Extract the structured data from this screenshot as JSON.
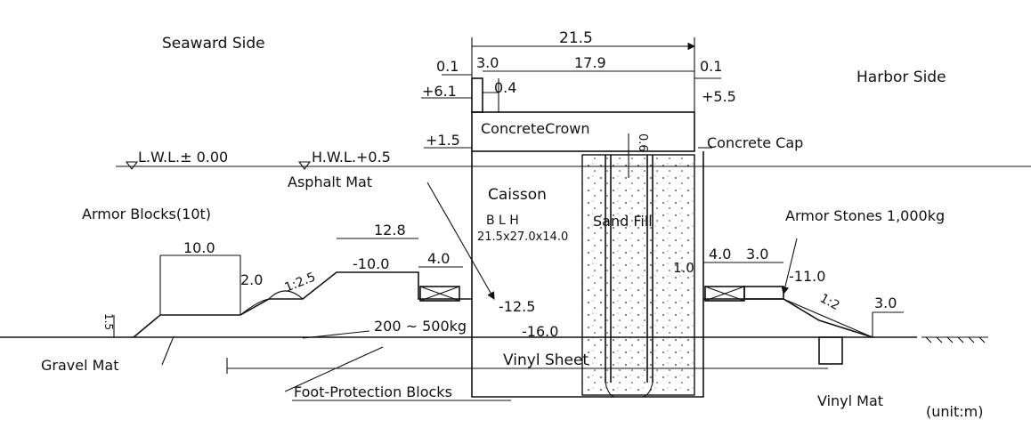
{
  "sides": {
    "seaward": "Seaward Side",
    "harbor": "Harbor Side"
  },
  "water_levels": {
    "lwl": "L.W.L.± 0.00",
    "hwl": "H.W.L.+0.5"
  },
  "labels": {
    "concrete_crown": "ConcreteCrown",
    "concrete_cap": "Concrete Cap",
    "asphalt_mat": "Asphalt Mat",
    "caisson": "Caisson",
    "sand_fill": "Sand Fill",
    "armor_blocks": "Armor Blocks(10t)",
    "armor_stones": "Armor Stones 1,000kg",
    "gravel_mat": "Gravel Mat",
    "vinyl_sheet": "Vinyl Sheet",
    "foot_protection": "Foot-Protection Blocks",
    "vinyl_mat": "Vinyl Mat",
    "unit": "(unit:m)",
    "block_weight": "200 ~ 500kg"
  },
  "caisson_dims": {
    "header": "B     L     H",
    "values": "21.5x27.0x14.0"
  },
  "dimensions": {
    "width_total": "21.5",
    "top_left": "0.1",
    "top_left2": "3.0",
    "top_mid": "17.9",
    "top_right": "0.1",
    "parapet": "0.4",
    "cap": "0.6",
    "partition": "1.0",
    "berm_top": "12.8",
    "berm_left": "10.0",
    "step": "2.0",
    "slope_sea": "1:2.5",
    "slope_harbor": "1:2",
    "block_left": "4.0",
    "block_right": "4.0",
    "stone_right": "3.0",
    "toe_right": "3.0",
    "mat_thick": "1.5"
  },
  "elevations": {
    "crown_top_sea": "+6.1",
    "crown_top_harbor": "+5.5",
    "crown_base": "+1.5",
    "mound_sea": "-10.0",
    "mound_harbor": "-11.0",
    "caisson_base": "-12.5",
    "seabed": "-16.0"
  }
}
